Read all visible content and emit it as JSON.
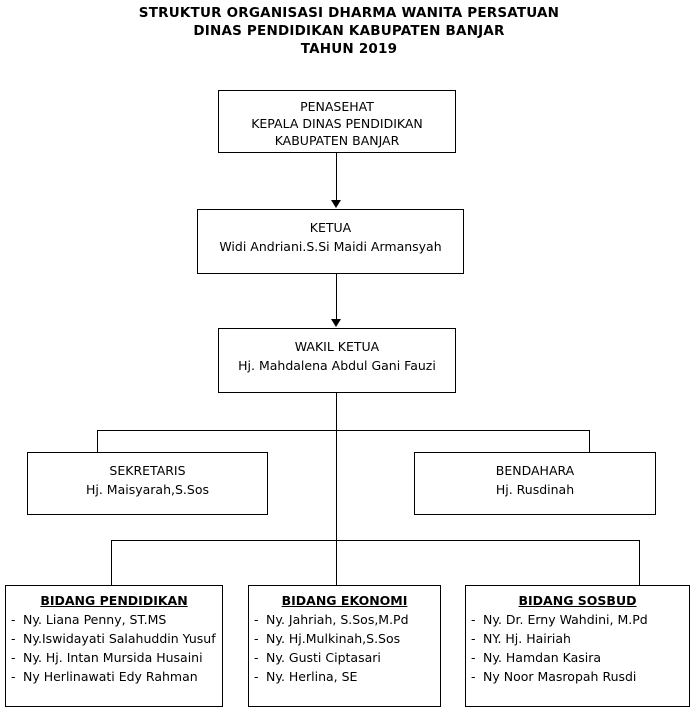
{
  "title": {
    "line1": "STRUKTUR ORGANISASI DHARMA WANITA PERSATUAN",
    "line2": "DINAS PENDIDIKAN KABUPATEN BANJAR",
    "line3": "TAHUN 2019"
  },
  "nodes": {
    "penasehat": {
      "role_line1": "PENASEHAT",
      "role_line2": "KEPALA DINAS PENDIDIKAN",
      "role_line3": "KABUPATEN BANJAR"
    },
    "ketua": {
      "role": "KETUA",
      "person": "Widi Andriani.S.Si Maidi Armansyah"
    },
    "wakil_ketua": {
      "role": "WAKIL KETUA",
      "person": "Hj. Mahdalena Abdul Gani Fauzi"
    },
    "sekretaris": {
      "role": "SEKRETARIS",
      "person": "Hj. Maisyarah,S.Sos"
    },
    "bendahara": {
      "role": "BENDAHARA",
      "person": "Hj. Rusdinah"
    }
  },
  "bidang": [
    {
      "title": "BIDANG PENDIDIKAN",
      "members": [
        "Ny. Liana Penny, ST.MS",
        "Ny.Iswidayati Salahuddin Yusuf",
        "Ny.  Hj. Intan Mursida Husaini",
        "Ny Herlinawati Edy Rahman"
      ]
    },
    {
      "title": "BIDANG EKONOMI",
      "members": [
        "Ny. Jahriah, S.Sos,M.Pd",
        "Ny. Hj.Mulkinah,S.Sos",
        "Ny. Gusti Ciptasari",
        "Ny. Herlina, SE"
      ]
    },
    {
      "title": "BIDANG SOSBUD",
      "members": [
        "Ny. Dr. Erny Wahdini, M.Pd",
        "NY. Hj. Hairiah",
        "Ny. Hamdan Kasira",
        "Ny Noor Masropah Rusdi"
      ]
    }
  ],
  "bullet": "-",
  "colors": {
    "line": "#000000",
    "background": "#ffffff",
    "text": "#000000"
  }
}
